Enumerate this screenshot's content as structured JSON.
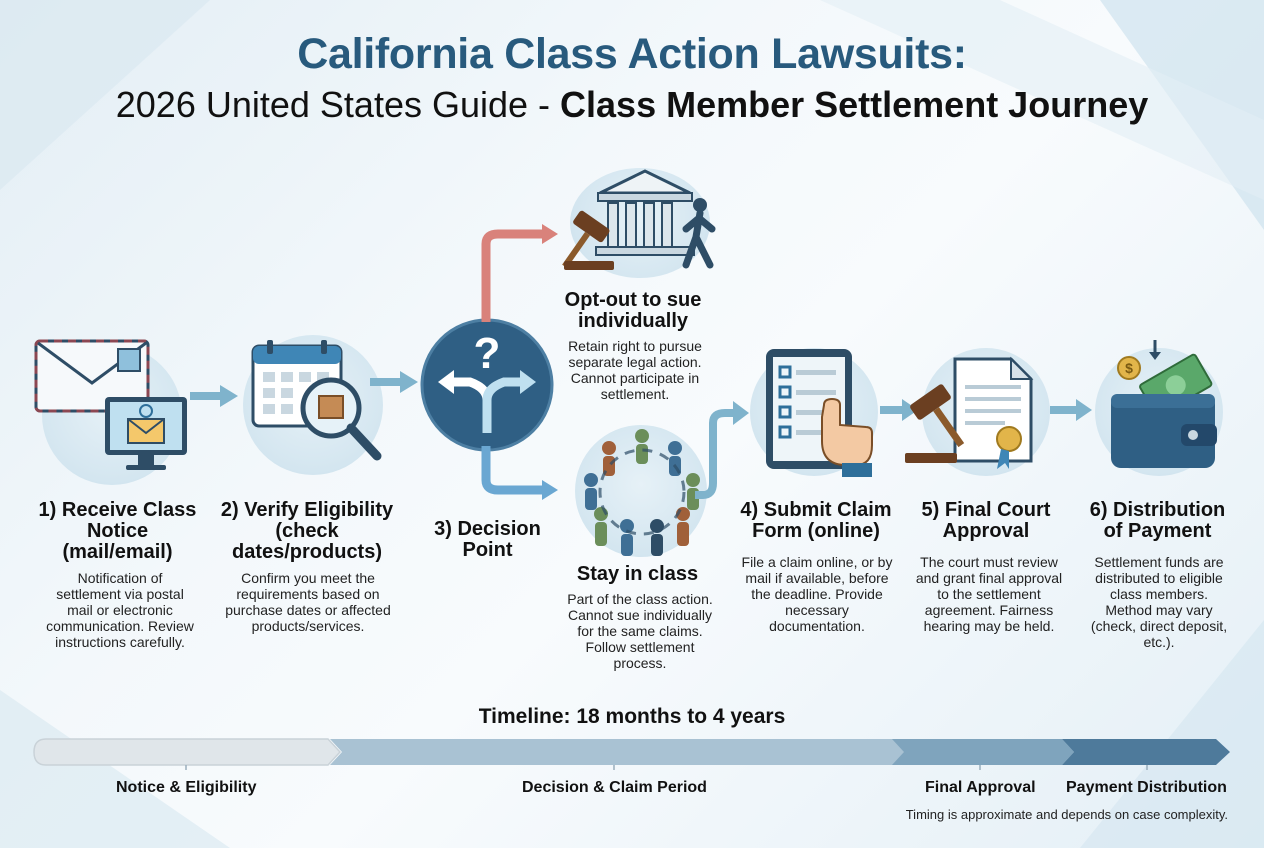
{
  "title": {
    "line1": "California Class Action Lawsuits:",
    "line2_prefix": "2026 United States Guide - ",
    "line2_bold": "Class Member Settlement Journey"
  },
  "steps": [
    {
      "title": "1) Receive Class Notice (mail/email)",
      "desc": "Notification of settlement via postal mail or electronic communication. Review instructions carefully."
    },
    {
      "title": "2) Verify Eligibility (check dates/products)",
      "desc": "Confirm you meet the requirements based on purchase dates or affected products/services."
    },
    {
      "title": "3) Decision Point",
      "desc": ""
    },
    {
      "title": "4) Submit Claim Form (online)",
      "desc": "File a claim online, or by mail if available, before the deadline. Provide necessary documentation."
    },
    {
      "title": "5) Final Court Approval",
      "desc": "The court must review and grant final approval to the settlement agreement. Fairness hearing may be held."
    },
    {
      "title": "6) Distribution of Payment",
      "desc": "Settlement funds are distributed to eligible class members. Method may vary (check, direct deposit, etc.)."
    }
  ],
  "branches": {
    "optout": {
      "title": "Opt-out to sue individually",
      "desc": "Retain right to pursue separate legal action. Cannot participate in settlement."
    },
    "stay": {
      "title": "Stay in class",
      "desc": "Part of the class action. Cannot sue individually for the same claims. Follow settlement process."
    }
  },
  "timeline": {
    "title": "Timeline: 18 months to 4 years",
    "phases": [
      "Notice & Eligibility",
      "Decision & Claim Period",
      "Final Approval",
      "Payment Distribution"
    ],
    "note": "Timing is approximate and depends on case complexity."
  },
  "colors": {
    "title_blue": "#285a7d",
    "optout_arrow": "#d9827b",
    "stay_arrow": "#6aa7d2",
    "flow_arrow": "#7fb3cc",
    "decision_circle": "#2f5f84"
  },
  "icons": {
    "step1": "envelope-monitor-icon",
    "step2": "calendar-magnifier-icon",
    "step3": "question-split-arrow-icon",
    "optout": "courthouse-gavel-walking-icon",
    "stay": "people-circle-icon",
    "step4": "tablet-checklist-icon",
    "step5": "gavel-document-seal-icon",
    "step6": "wallet-money-icon"
  }
}
